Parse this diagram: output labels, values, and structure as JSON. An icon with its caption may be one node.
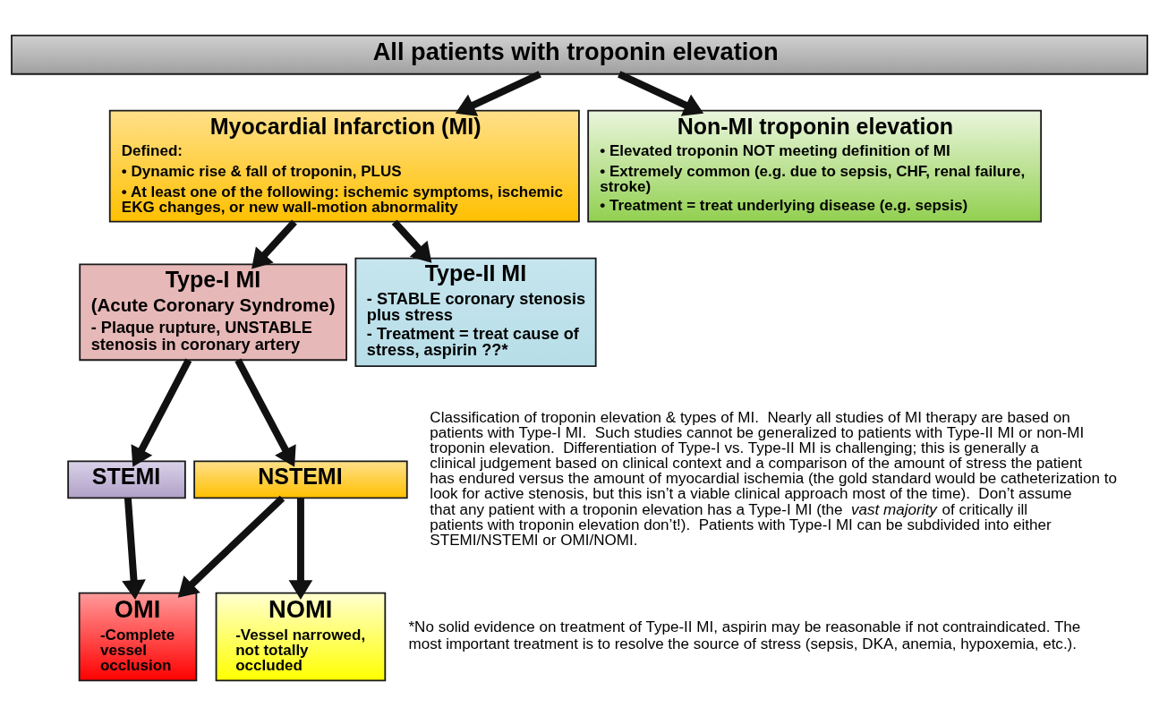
{
  "diagram": {
    "nodes": [
      {
        "text": [
          "All patients with troponin elevation"
        ]
      },
      {
        "text": [
          "Myocardial Infarction (MI)",
          "Defined:",
          "• Dynamic rise & fall of troponin, PLUS",
          "• At least one of the following: ischemic symptoms, ischemic EKG changes, or new wall-motion abnormality"
        ]
      },
      {
        "text": [
          "Non-MI troponin elevation",
          "• Elevated troponin NOT meeting definition of MI",
          "• Extremely common (e.g. due to sepsis, CHF, renal failure, stroke)",
          "• Treatment = treat underlying disease (e.g. sepsis)"
        ]
      },
      {
        "text": [
          "Type-I MI",
          "(Acute Coronary Syndrome)",
          "- Plaque rupture, UNSTABLE stenosis in coronary artery"
        ]
      },
      {
        "text": [
          "Type-II MI",
          "- STABLE coronary stenosis plus stress",
          "- Treatment = treat cause of stress, aspirin ??*"
        ]
      },
      {
        "text": [
          "STEMI"
        ]
      },
      {
        "text": [
          "NSTEMI"
        ]
      },
      {
        "text": [
          "OMI",
          "-Complete vessel occlusion"
        ]
      },
      {
        "text": [
          "NOMI",
          "-Vessel narrowed, not totally occluded"
        ]
      }
    ],
    "edges": [
      {
        "from": 0,
        "to": 1,
        "arrow": "to"
      },
      {
        "from": 0,
        "to": 2,
        "arrow": "to"
      },
      {
        "from": 1,
        "to": 3,
        "arrow": "to"
      },
      {
        "from": 1,
        "to": 4,
        "arrow": "to"
      },
      {
        "from": 3,
        "to": 5,
        "arrow": "to"
      },
      {
        "from": 3,
        "to": 6,
        "arrow": "to"
      },
      {
        "from": 5,
        "to": 7,
        "arrow": "to"
      },
      {
        "from": 6,
        "to": 7,
        "arrow": "to"
      },
      {
        "from": 6,
        "to": 8,
        "arrow": "to"
      }
    ],
    "labels": [
      "Classification of troponin elevation & types of MI.  Nearly all studies of MI therapy are based on patients with Type-I MI.  Such studies cannot be generalized to patients with Type-II MI or non-MI troponin elevation.  Differentiation of Type-I vs. Type-II MI is challenging; this is generally a clinical judgement based on clinical context and a comparison of the amount of stress the patient has endured versus the amount of myocardial ischemia (the gold standard would be catheterization to look for active stenosis, but this isn’t a viable clinical approach most of the time).  Don’t assume that any patient with a troponin elevation has a Type-I MI (the *vast majority* of critically ill patients with troponin elevation don’t!).  Patients with Type-I MI can be subdivided into either STEMI/NSTEMI or OMI/NOMI.",
      "*No solid evidence on treatment of Type-II MI, aspirin may be reasonable if not contraindicated. The most important treatment is to resolve the source of stress (sepsis, DKA, anemia, hypoxemia, etc.)."
    ]
  }
}
